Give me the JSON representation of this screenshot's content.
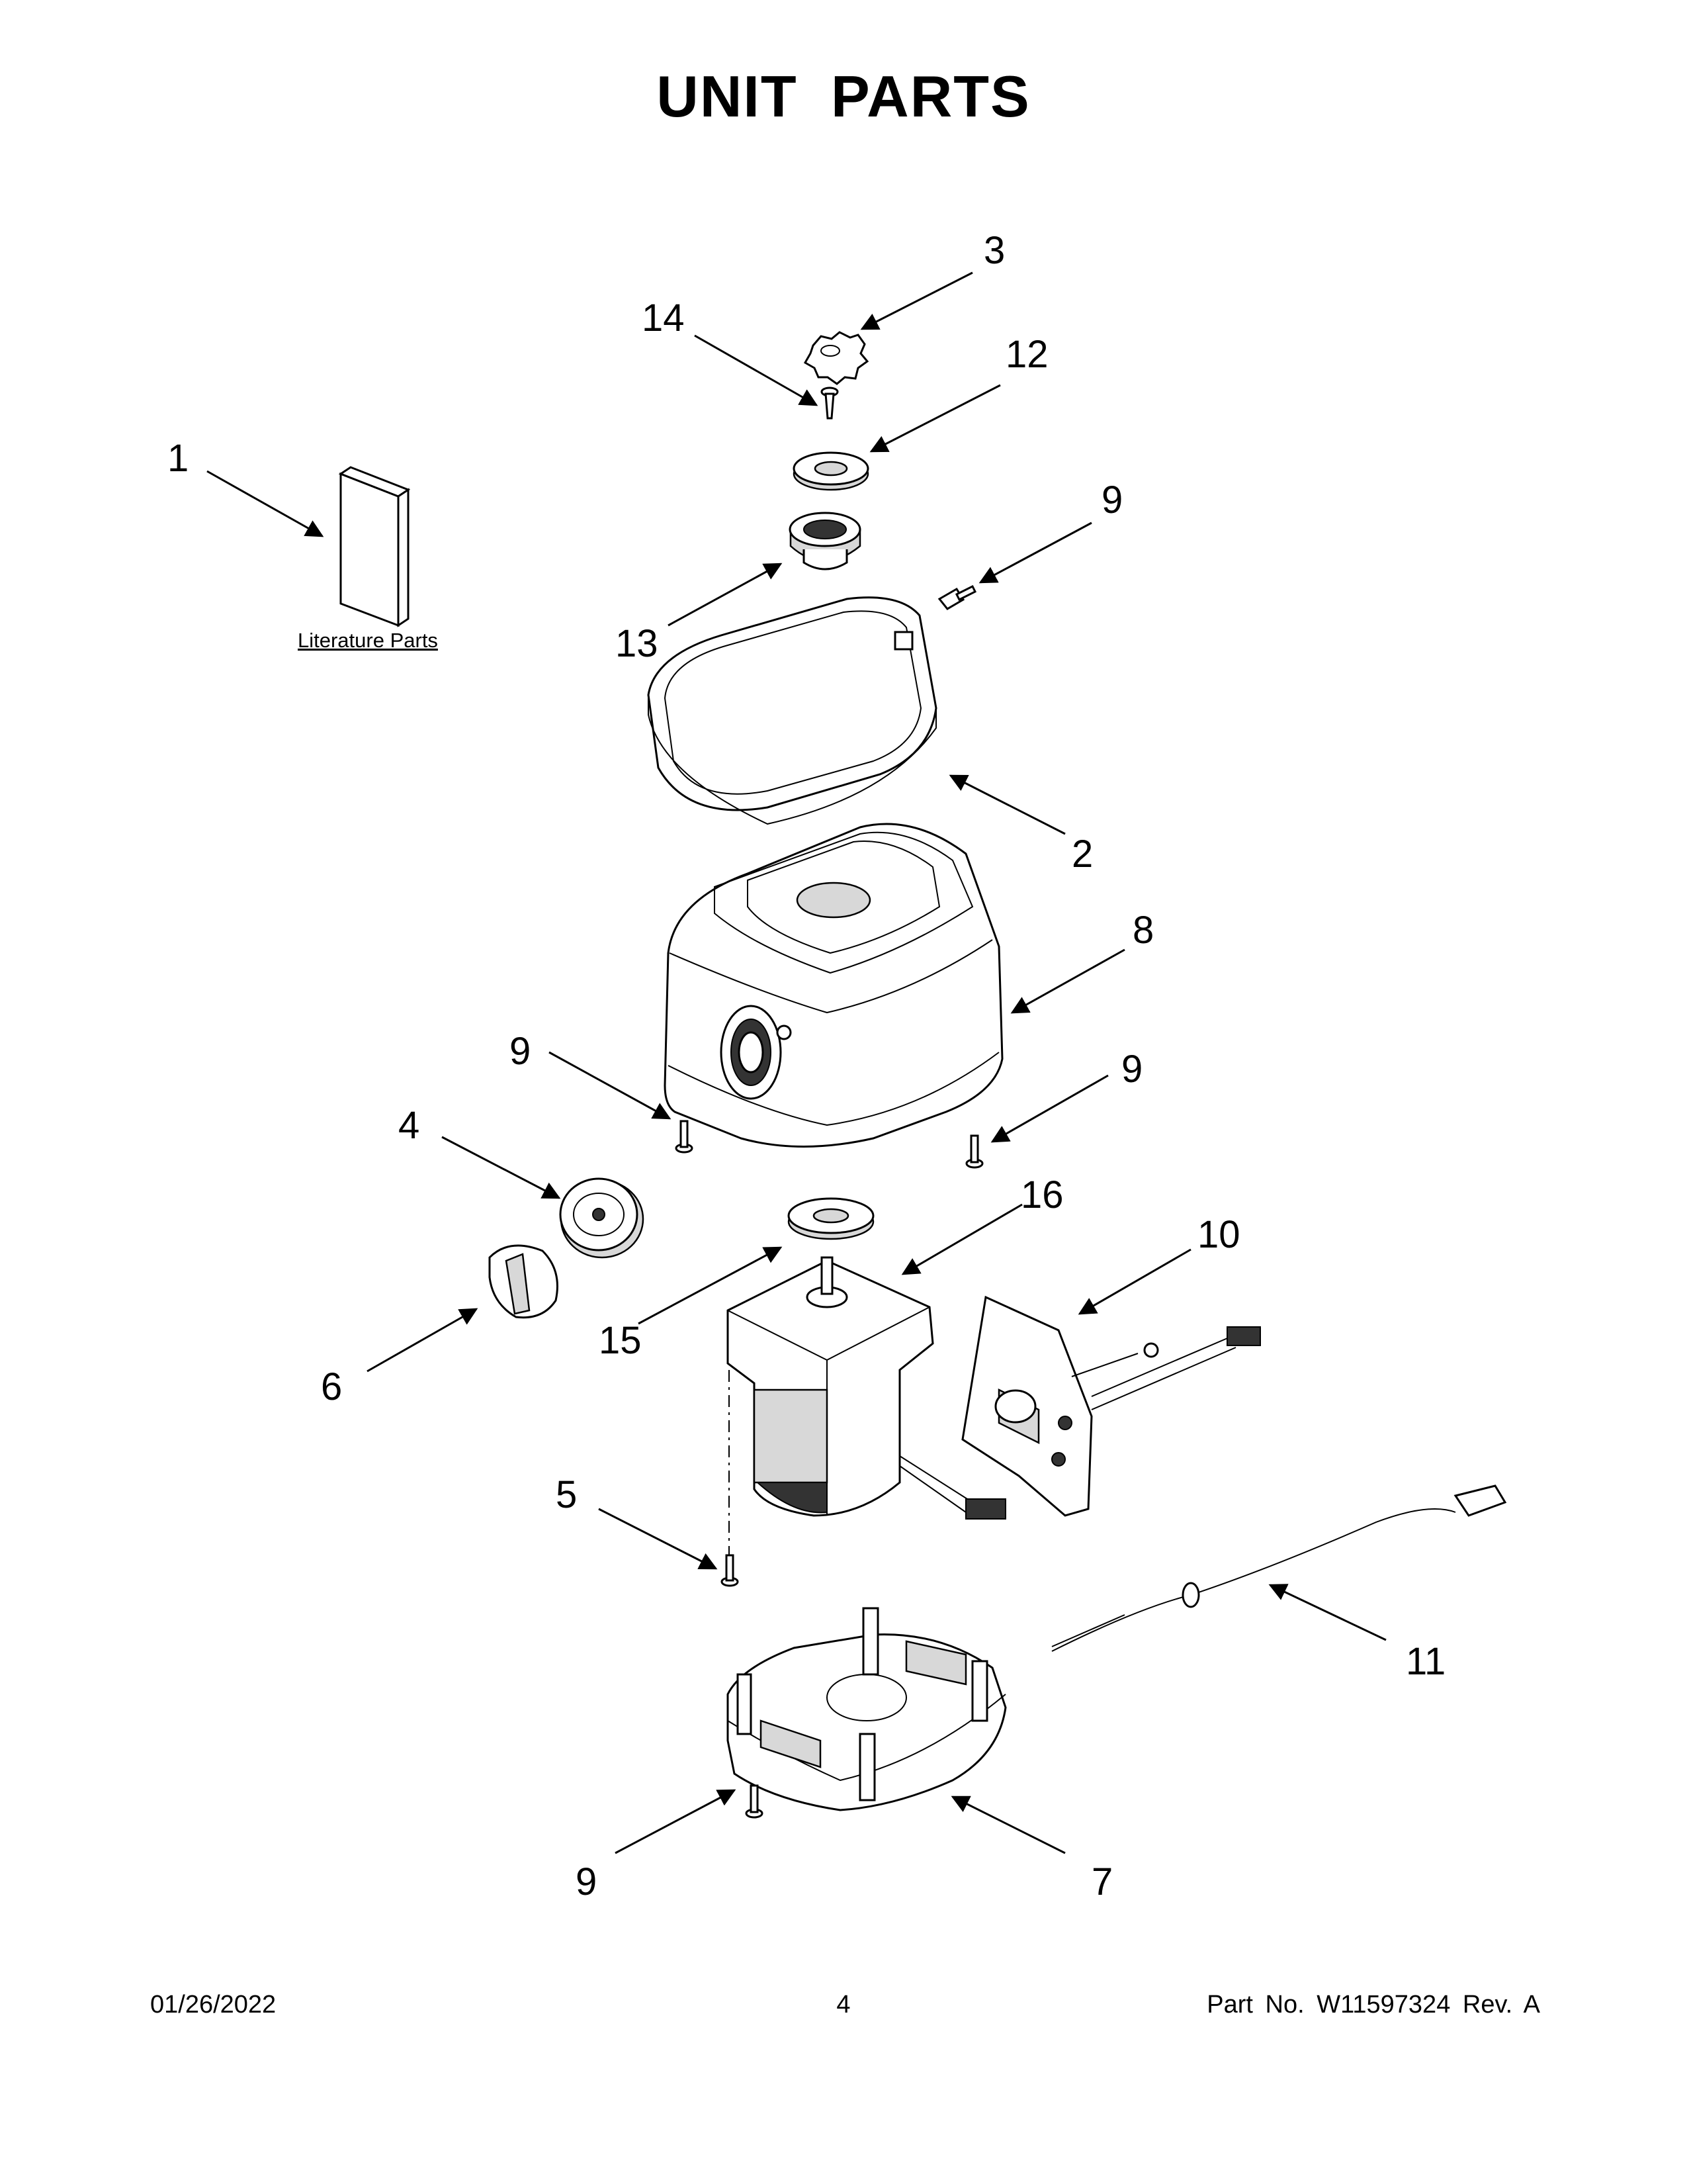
{
  "title": "UNIT PARTS",
  "literature_label": "Literature Parts",
  "callouts": {
    "c1": "1",
    "c2": "2",
    "c3": "3",
    "c4": "4",
    "c5": "5",
    "c6": "6",
    "c7": "7",
    "c8": "8",
    "c9a": "9",
    "c9b": "9",
    "c9c": "9",
    "c9d": "9",
    "c10": "10",
    "c11": "11",
    "c12": "12",
    "c13": "13",
    "c14": "14",
    "c15": "15",
    "c16": "16"
  },
  "footer": {
    "date": "01/26/2022",
    "page": "4",
    "part_no": "Part No.  W11597324  Rev.  A"
  }
}
